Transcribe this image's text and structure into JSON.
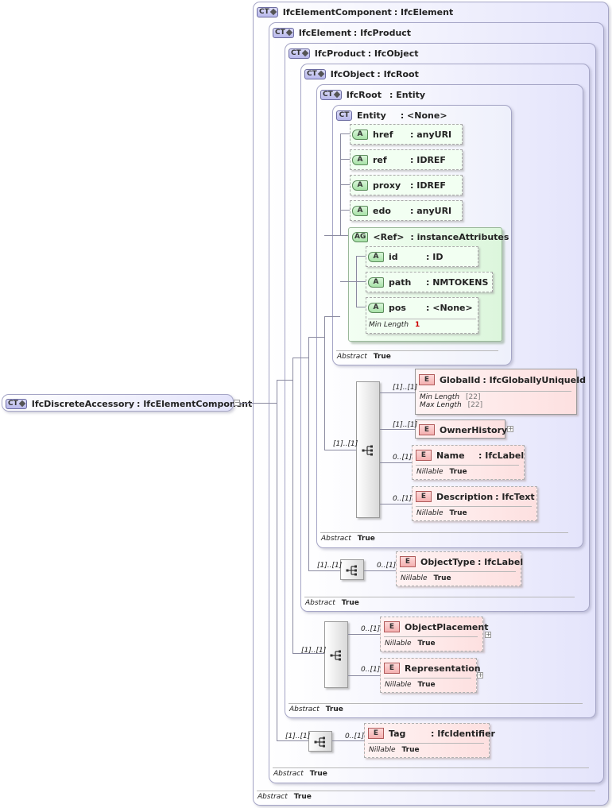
{
  "root": {
    "badge": "CT",
    "name": "IfcDiscreteAccessory",
    "type": ": IfcElementComponent"
  },
  "hierarchy": [
    {
      "badge": "CT",
      "name": "IfcElementComponent",
      "type": ": IfcElement",
      "abstract_key": "Abstract",
      "abstract_val": "True"
    },
    {
      "badge": "CT",
      "name": "IfcElement",
      "type": ": IfcProduct",
      "abstract_key": "Abstract",
      "abstract_val": "True"
    },
    {
      "badge": "CT",
      "name": "IfcProduct",
      "type": ": IfcObject",
      "abstract_key": "Abstract",
      "abstract_val": "True"
    },
    {
      "badge": "CT",
      "name": "IfcObject",
      "type": ": IfcRoot",
      "abstract_key": "Abstract",
      "abstract_val": "True"
    },
    {
      "badge": "CT",
      "name": "IfcRoot",
      "type": ": Entity",
      "abstract_key": "Abstract",
      "abstract_val": "True"
    }
  ],
  "entity": {
    "badge": "CT",
    "name": "Entity",
    "type": ": <None>",
    "abstract_key": "Abstract",
    "abstract_val": "True",
    "attributes": [
      {
        "badge": "A",
        "name": "href",
        "type": ": anyURI"
      },
      {
        "badge": "A",
        "name": "ref",
        "type": ": IDREF"
      },
      {
        "badge": "A",
        "name": "proxy",
        "type": ": IDREF"
      },
      {
        "badge": "A",
        "name": "edo",
        "type": ": anyURI"
      }
    ],
    "group": {
      "badge": "AG",
      "name": "<Ref>",
      "type": ": instanceAttributes",
      "attributes": [
        {
          "badge": "A",
          "name": "id",
          "type": ": ID"
        },
        {
          "badge": "A",
          "name": "path",
          "type": ": NMTOKENS"
        },
        {
          "badge": "A",
          "name": "pos",
          "type": ": <None>",
          "facet_key": "Min Length",
          "facet_val": "1"
        }
      ]
    }
  },
  "ifcroot_elements": {
    "sequence_mult": "[1]..[1]",
    "items": [
      {
        "mult": "[1]..[1]",
        "badge": "E",
        "name": "GlobalId",
        "type": ": IfcGloballyUniqueId",
        "facets": [
          {
            "k": "Min Length",
            "v": "[22]"
          },
          {
            "k": "Max Length",
            "v": "[22]"
          }
        ]
      },
      {
        "mult": "[1]..[1]",
        "badge": "E",
        "name": "OwnerHistory",
        "type": ""
      },
      {
        "mult": "0..[1]",
        "badge": "E",
        "name": "Name",
        "type": ": IfcLabel",
        "nillable_key": "Nillable",
        "nillable_val": "True"
      },
      {
        "mult": "0..[1]",
        "badge": "E",
        "name": "Description",
        "type": ": IfcText",
        "nillable_key": "Nillable",
        "nillable_val": "True"
      }
    ]
  },
  "ifcobject_elements": {
    "sequence_mult": "[1]..[1]",
    "items": [
      {
        "mult": "0..[1]",
        "badge": "E",
        "name": "ObjectType",
        "type": ": IfcLabel",
        "nillable_key": "Nillable",
        "nillable_val": "True"
      }
    ]
  },
  "ifcproduct_elements": {
    "sequence_mult": "[1]..[1]",
    "items": [
      {
        "mult": "0..[1]",
        "badge": "E",
        "name": "ObjectPlacement",
        "type": "",
        "nillable_key": "Nillable",
        "nillable_val": "True"
      },
      {
        "mult": "0..[1]",
        "badge": "E",
        "name": "Representation",
        "type": "",
        "nillable_key": "Nillable",
        "nillable_val": "True"
      }
    ]
  },
  "ifcelement_elements": {
    "sequence_mult": "[1]..[1]",
    "items": [
      {
        "mult": "0..[1]",
        "badge": "E",
        "name": "Tag",
        "type": ": IfcIdentifier",
        "nillable_key": "Nillable",
        "nillable_val": "True"
      }
    ]
  },
  "icons": {
    "complex_type": "complex-type-icon",
    "attribute": "attribute-icon",
    "attribute_group": "attribute-group-icon",
    "element": "element-icon",
    "sequence": "sequence-compositor-icon",
    "expand": "expand-icon",
    "collapse": "collapse-icon"
  },
  "colors": {
    "complex_type_fill": "#e4e4fb",
    "attribute_fill": "#f2fff2",
    "element_fill": "#fde0e0",
    "connector": "#8a8aa0"
  }
}
